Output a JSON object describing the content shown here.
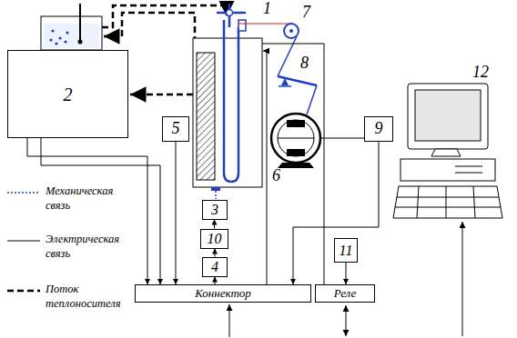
{
  "diagram": {
    "nodes": [
      {
        "text": [
          "2"
        ]
      },
      {
        "text": [
          "5"
        ]
      },
      {
        "text": [
          "3"
        ]
      },
      {
        "text": [
          "10"
        ]
      },
      {
        "text": [
          "4"
        ]
      },
      {
        "text": [
          "9"
        ]
      },
      {
        "text": [
          "11"
        ]
      },
      {
        "text": [
          "Коннектор"
        ]
      },
      {
        "text": [
          "Реле"
        ]
      }
    ],
    "edges": [
      {
        "from": 4,
        "to": 3,
        "arrow": "to"
      },
      {
        "from": 3,
        "to": 2,
        "arrow": "to"
      },
      {
        "from": 7,
        "to": 4,
        "arrow": "to"
      },
      {
        "from": 1,
        "to": 7,
        "arrow": "to"
      },
      {
        "from": 5,
        "to": 7,
        "arrow": "to"
      },
      {
        "from": 6,
        "to": 8,
        "arrow": "to"
      },
      {
        "from": 0,
        "to": 7,
        "arrow": "to"
      },
      {
        "from": 0,
        "to": 7,
        "arrow": "to"
      }
    ],
    "labels": [
      "1",
      "7",
      "8",
      "6",
      "12"
    ],
    "legend": [
      {
        "text": "Механическая связь"
      },
      {
        "text": "Электрическая связь"
      },
      {
        "text": "Поток теплоносителя"
      }
    ]
  }
}
